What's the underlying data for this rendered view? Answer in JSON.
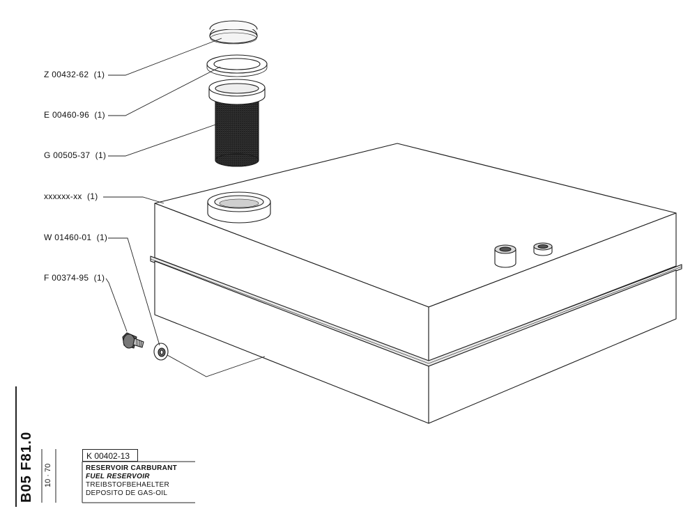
{
  "parts": [
    {
      "ref": "Z 00432-62",
      "qty": "(1)"
    },
    {
      "ref": "E 00460-96",
      "qty": "(1)"
    },
    {
      "ref": "G 00505-37",
      "qty": "(1)"
    },
    {
      "ref": "xxxxxx-xx",
      "qty": "(1)"
    },
    {
      "ref": "W 01460-01",
      "qty": "(1)"
    },
    {
      "ref": "F 00374-95",
      "qty": "(1)"
    }
  ],
  "sheet": {
    "code": "B05 F81.0",
    "date": "10 · 70",
    "reference": "K 00402-13",
    "titles": {
      "fr": "RESERVOIR CARBURANT",
      "en": "FUEL RESERVOIR",
      "de": "TREIBSTOFBEHAELTER",
      "es": "DEPOSITO DE GAS-OIL"
    }
  }
}
